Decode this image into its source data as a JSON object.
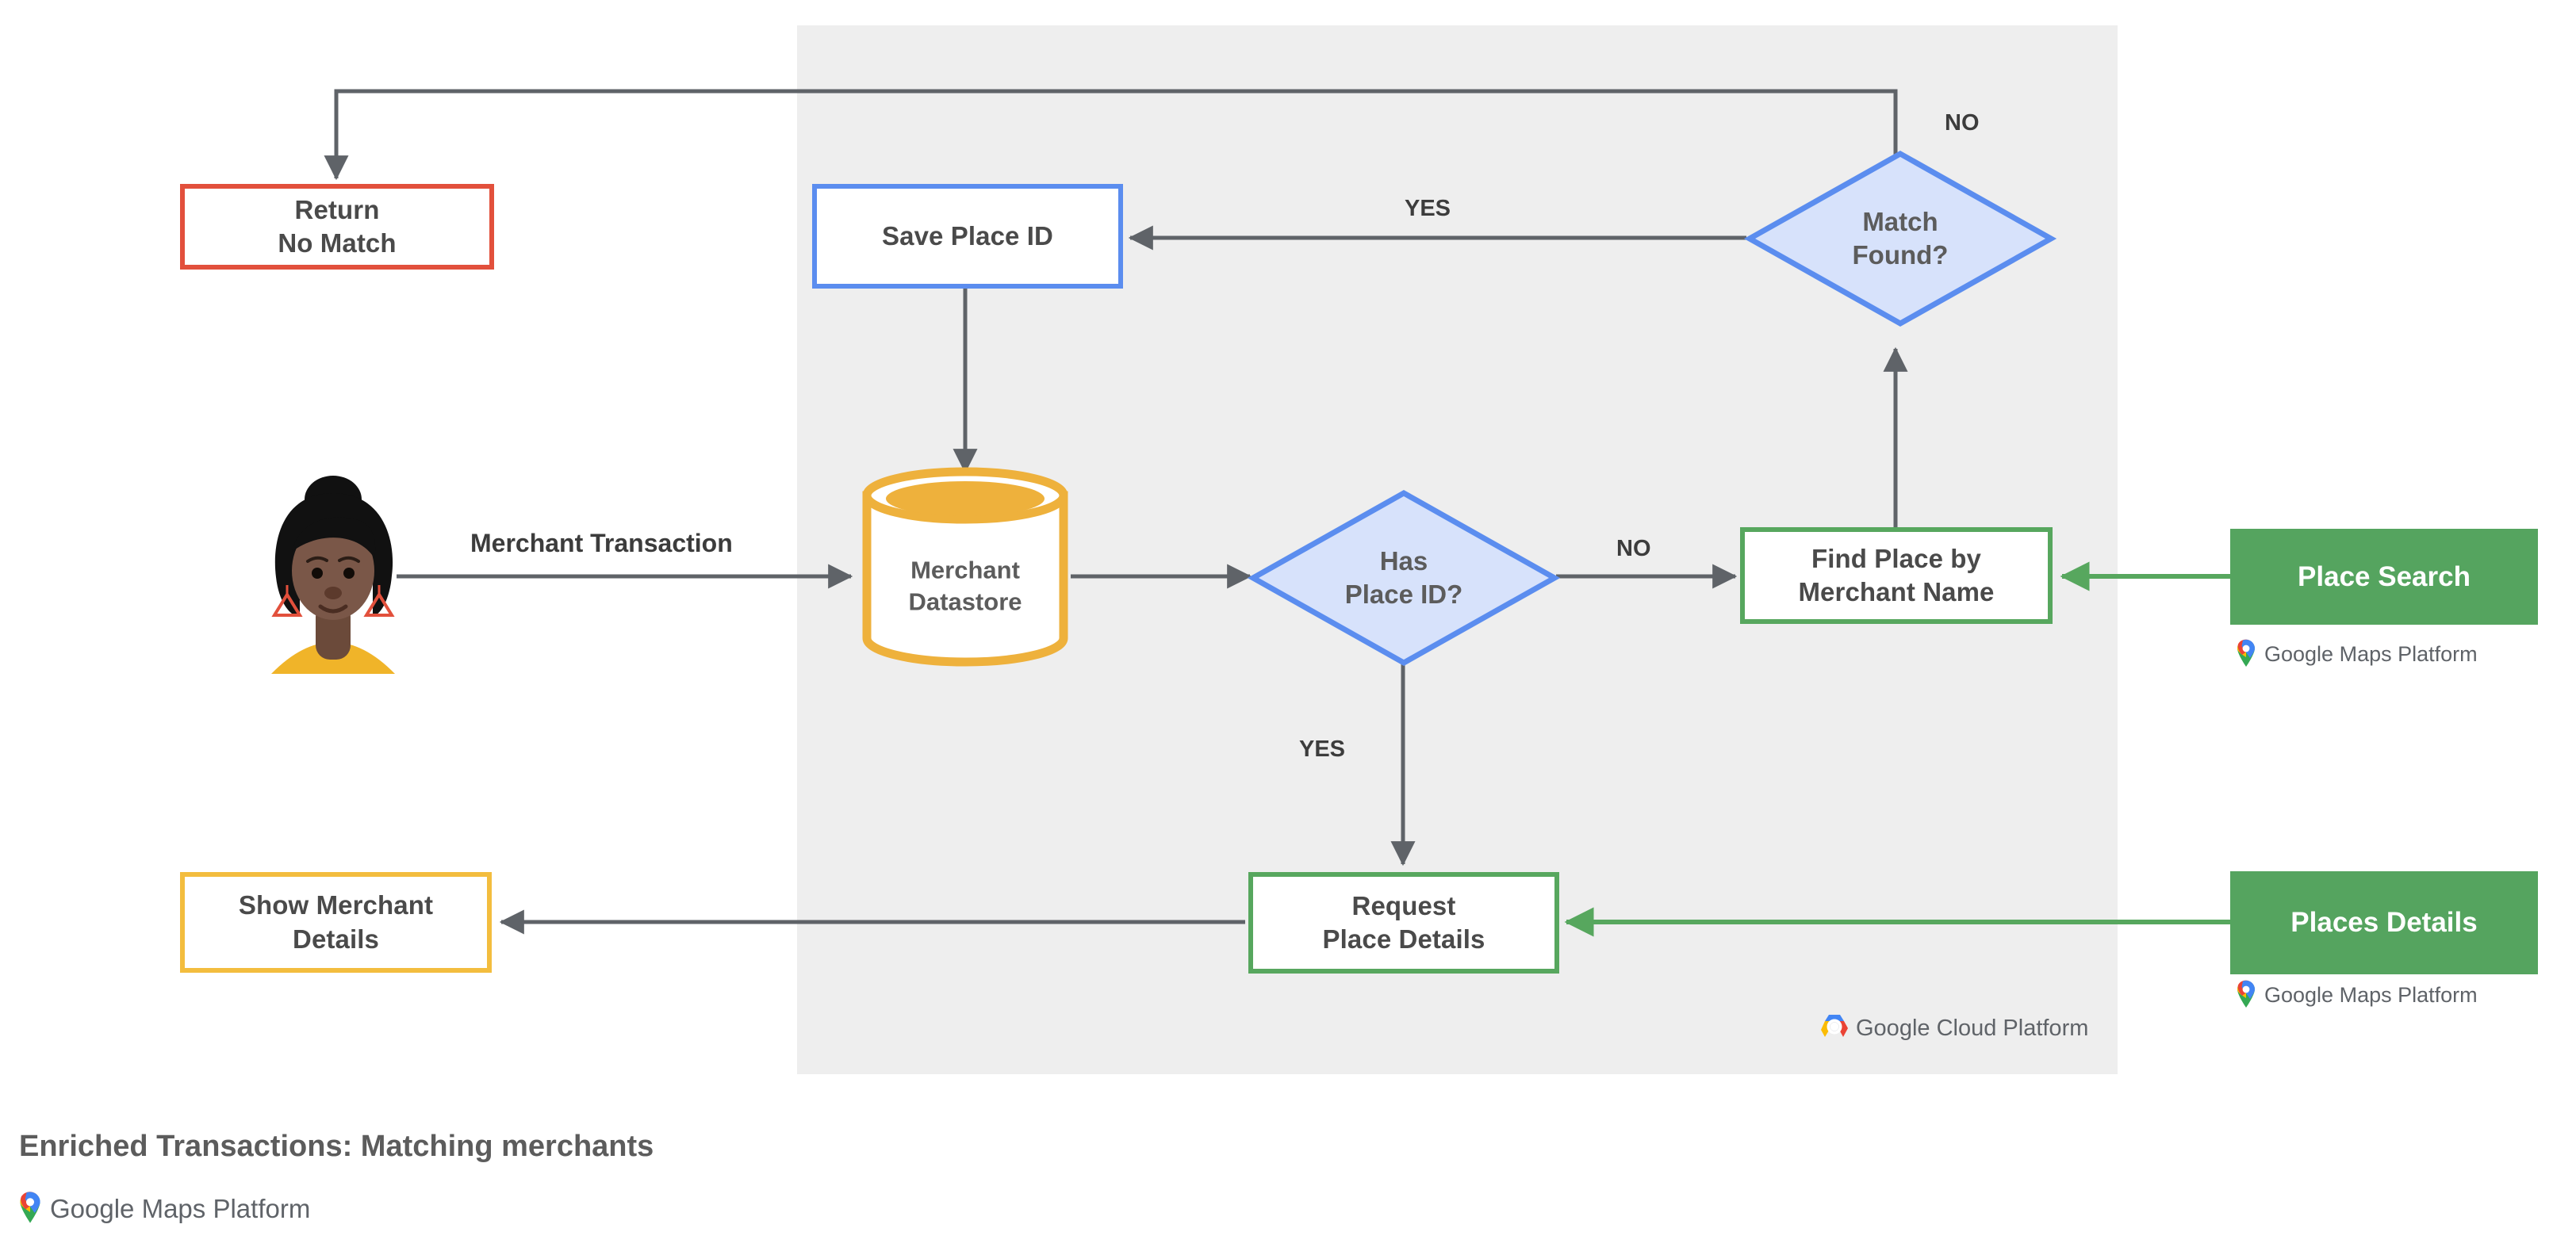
{
  "diagram": {
    "caption": "Enriched Transactions: Matching merchants",
    "platform_panel_label": "Google Cloud Platform",
    "nodes": {
      "return_no_match": "Return\nNo Match",
      "save_place_id": "Save Place ID",
      "match_found": "Match\nFound?",
      "merchant_datastore": "Merchant\nDatastore",
      "has_place_id": "Has\nPlace ID?",
      "find_place": "Find Place by\nMerchant Name",
      "request_place_details": "Request\nPlace Details",
      "show_merchant_details": "Show Merchant\nDetails",
      "place_search": "Place Search",
      "places_details": "Places Details"
    },
    "edge_labels": {
      "merchant_transaction": "Merchant Transaction",
      "yes_match_found": "YES",
      "no_match_found": "NO",
      "no_has_place_id": "NO",
      "yes_has_place_id": "YES"
    },
    "logos": {
      "maps_platform_google": "Google",
      "maps_platform_rest": "Maps Platform",
      "cloud_platform_google": "Google",
      "cloud_platform_rest": "Cloud Platform"
    },
    "colors": {
      "panel_background": "#eeeeee",
      "page_background": "#ffffff",
      "red_border": "#e2503c",
      "blue_border": "#5b8def",
      "blue_fill": "#d7e2fb",
      "green_border": "#57a75e",
      "green_fill": "#55a45f",
      "amber_border": "#f3bd3e",
      "amber_fill": "#eeb13c",
      "connector": "#5f6368",
      "text": "#4a4a4a",
      "logo_blue": "#4285f4",
      "logo_red": "#ea4335",
      "logo_yellow": "#fbbc04",
      "logo_green": "#34a853"
    }
  }
}
